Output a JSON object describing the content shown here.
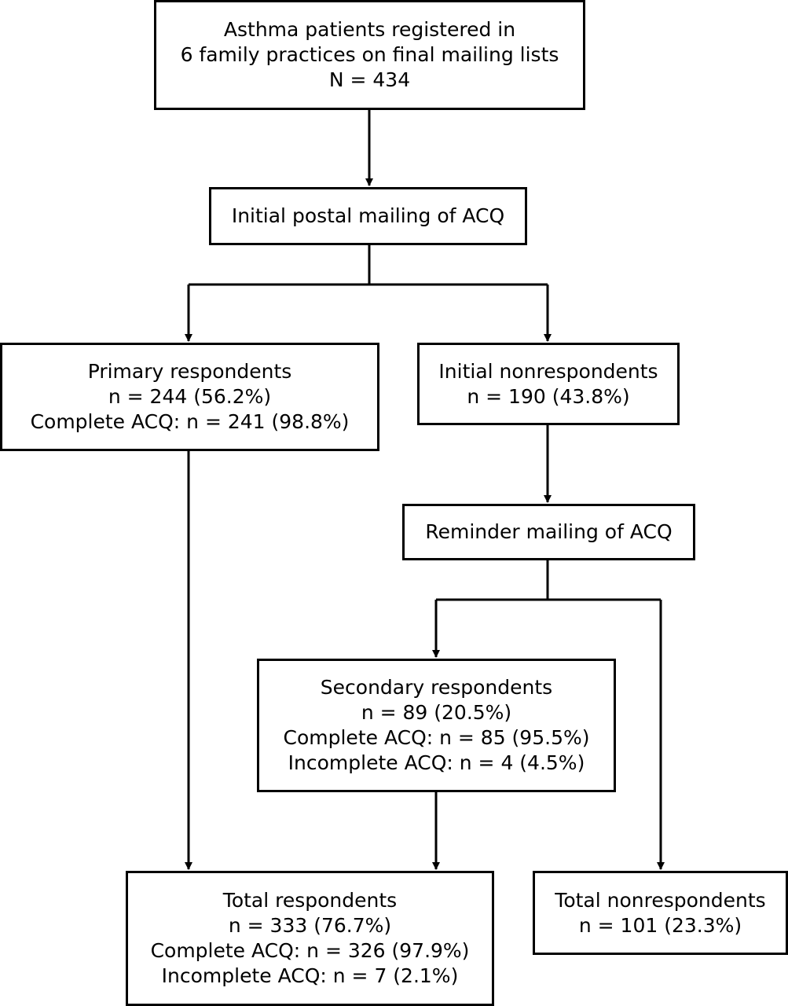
{
  "boxes": {
    "registered": {
      "lines": [
        "Asthma patients registered in",
        "6 family practices on final mailing lists",
        "N = 434"
      ]
    },
    "initial_mailing": {
      "lines": [
        "Initial postal mailing of ACQ"
      ]
    },
    "primary_respondents": {
      "lines": [
        "Primary respondents",
        "n = 244 (56.2%)",
        "Complete ACQ: n = 241 (98.8%)"
      ]
    },
    "initial_nonrespondents": {
      "lines": [
        "Initial nonrespondents",
        "n = 190 (43.8%)"
      ]
    },
    "reminder_mailing": {
      "lines": [
        "Reminder mailing of ACQ"
      ]
    },
    "secondary_respondents": {
      "lines": [
        "Secondary respondents",
        "n = 89 (20.5%)",
        "Complete ACQ: n = 85 (95.5%)",
        "Incomplete ACQ: n = 4 (4.5%)"
      ]
    },
    "total_respondents": {
      "lines": [
        "Total respondents",
        "n = 333 (76.7%)",
        "Complete ACQ: n = 326 (97.9%)",
        "Incomplete ACQ: n = 7 (2.1%)"
      ]
    },
    "total_nonrespondents": {
      "lines": [
        "Total nonrespondents",
        "n = 101 (23.3%)"
      ]
    }
  }
}
